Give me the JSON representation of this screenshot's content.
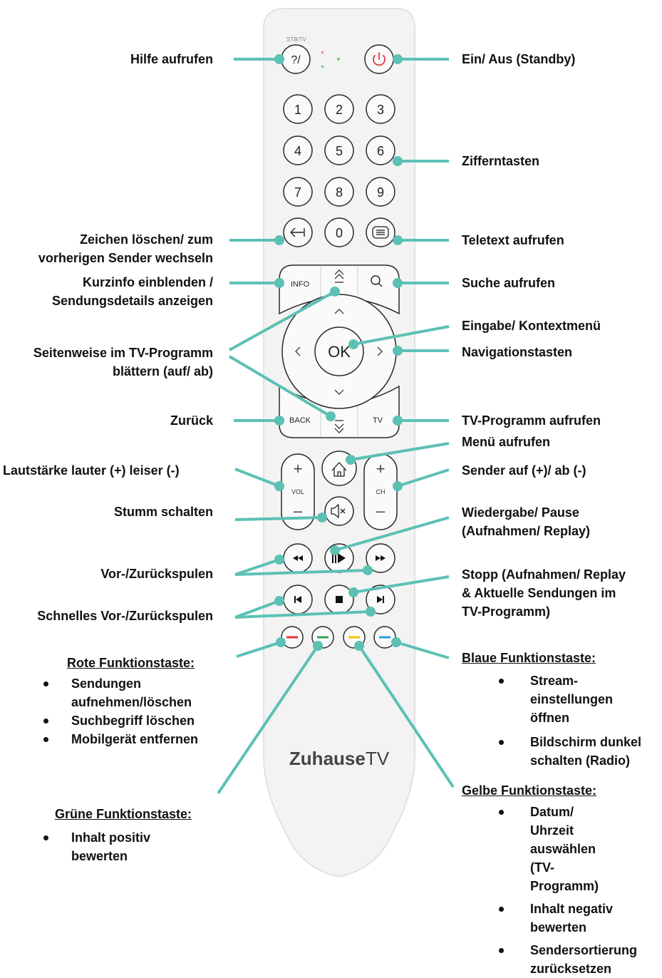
{
  "colors": {
    "accent_teal": "#5cc1b4",
    "remote_body": "#f3f3f3",
    "button_outline": "#2a2a2a",
    "power_red": "#e23a3a",
    "red_key": "#e23a3a",
    "green_key": "#2ea44f",
    "yellow_key": "#f2c400",
    "blue_key": "#2a9fd6"
  },
  "remote": {
    "stb_tv_label": "STB/TV",
    "help_key": "?/",
    "power_icon": "power-icon",
    "digits": [
      "1",
      "2",
      "3",
      "4",
      "5",
      "6",
      "7",
      "8",
      "9",
      "0"
    ],
    "info_key": "INFO",
    "search_icon": "search-icon",
    "ok_key": "OK",
    "back_key": "BACK",
    "tv_key": "TV",
    "vol_key": "VOL",
    "ch_key": "CH",
    "plus": "+",
    "minus": "–",
    "home_icon": "home-icon",
    "mute_icon": "mute-icon",
    "brand_bold": "Zuhause",
    "brand_light": "TV"
  },
  "labels_left": {
    "help": "Hilfe aufrufen",
    "delete_1": "Zeichen löschen/ zum",
    "delete_2": "vorherigen Sender wechseln",
    "info_1": "Kurzinfo einblenden /",
    "info_2": "Sendungsdetails anzeigen",
    "page_1": "Seitenweise im TV-Programm",
    "page_2": "blättern (auf/ ab)",
    "back": "Zurück",
    "volume": "Lautstärke lauter (+) leiser (-)",
    "mute": "Stumm schalten",
    "rewind": "Vor-/Zurückspulen",
    "fast_skip": "Schnelles Vor-/Zurückspulen"
  },
  "labels_right": {
    "power": "Ein/ Aus (Standby)",
    "digits": "Zifferntasten",
    "teletext": "Teletext aufrufen",
    "search": "Suche aufrufen",
    "enter": "Eingabe/ Kontextmenü",
    "navigation": "Navigationstasten",
    "tv_guide": "TV-Programm aufrufen",
    "menu": "Menü aufrufen",
    "channel": "Sender auf (+)/ ab (-)",
    "play_1": "Wiedergabe/ Pause",
    "play_2": "(Aufnahmen/ Replay)",
    "stop_1": "Stopp (Aufnahmen/ Replay",
    "stop_2": "& Aktuelle Sendungen im",
    "stop_3": "TV-Programm)"
  },
  "red_section": {
    "title": "Rote Funktionstaste",
    "colon": ":",
    "items": [
      "Sendungen aufnehmen/löschen",
      "Suchbegriff löschen",
      "Mobilgerät entfernen"
    ]
  },
  "green_section": {
    "title": "Grüne Funktionstaste",
    "colon": ":",
    "items": [
      "Inhalt positiv bewerten"
    ]
  },
  "blue_section": {
    "title": "Blaue Funktionstaste",
    "colon": ":",
    "items": [
      "Stream-einstellungen öffnen",
      "Bildschirm dunkel schalten (Radio)"
    ]
  },
  "yellow_section": {
    "title": "Gelbe Funktionstaste",
    "colon": ":",
    "items": [
      "Datum/ Uhrzeit auswählen (TV-Programm)",
      "Inhalt negativ bewerten",
      "Sendersortierung zurücksetzen"
    ]
  }
}
